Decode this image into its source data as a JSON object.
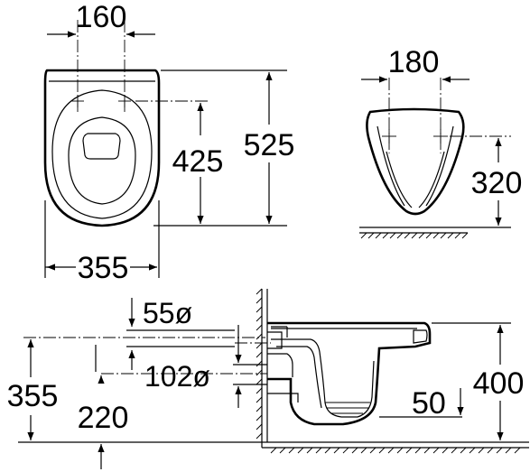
{
  "dimensions": {
    "top_width": "160",
    "seat_width": "355",
    "fixing_to_front": "425",
    "overall_length": "525",
    "side_fixing_width": "180",
    "fixing_height": "320",
    "inlet_diameter": "55ø",
    "outlet_diameter": "102ø",
    "rim_height": "400",
    "axis_height": "355",
    "outlet_height": "220",
    "water_depth": "50"
  }
}
